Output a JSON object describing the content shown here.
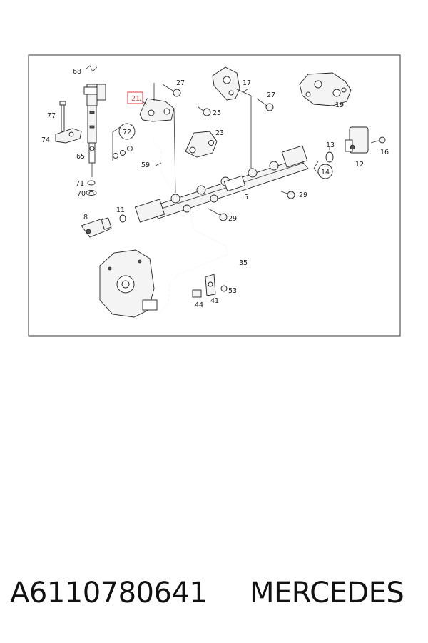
{
  "diagram": {
    "highlight_color": "#e23a3a",
    "callouts": [
      {
        "id": "c68",
        "label": "68"
      },
      {
        "id": "c77",
        "label": "77"
      },
      {
        "id": "c74",
        "label": "74"
      },
      {
        "id": "c65",
        "label": "65"
      },
      {
        "id": "c71",
        "label": "71"
      },
      {
        "id": "c70",
        "label": "70"
      },
      {
        "id": "c21",
        "label": "21"
      },
      {
        "id": "c27a",
        "label": "27"
      },
      {
        "id": "c72",
        "label": "72"
      },
      {
        "id": "c25",
        "label": "25"
      },
      {
        "id": "c23",
        "label": "23"
      },
      {
        "id": "c59",
        "label": "59"
      },
      {
        "id": "c17",
        "label": "17"
      },
      {
        "id": "c27b",
        "label": "27"
      },
      {
        "id": "c19",
        "label": "19"
      },
      {
        "id": "c13",
        "label": "13"
      },
      {
        "id": "c16",
        "label": "16"
      },
      {
        "id": "c14",
        "label": "14"
      },
      {
        "id": "c12",
        "label": "12"
      },
      {
        "id": "c5",
        "label": "5"
      },
      {
        "id": "c29a",
        "label": "29"
      },
      {
        "id": "c8",
        "label": "8"
      },
      {
        "id": "c11",
        "label": "11"
      },
      {
        "id": "c29b",
        "label": "29"
      },
      {
        "id": "c35",
        "label": "35"
      },
      {
        "id": "c53",
        "label": "53"
      },
      {
        "id": "c44",
        "label": "44"
      },
      {
        "id": "c41",
        "label": "41"
      }
    ]
  },
  "caption": {
    "part_number": "A6110780641",
    "brand": "MERCEDES"
  }
}
